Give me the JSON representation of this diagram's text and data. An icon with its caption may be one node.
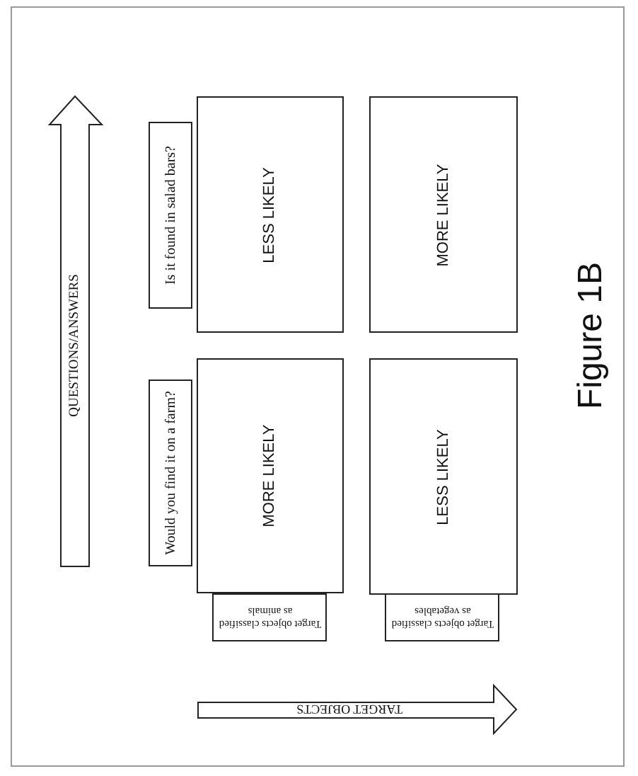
{
  "diagram": {
    "caption": "Figure 1B",
    "nodes": [
      {
        "text": [
          "Is it found in salad bars?"
        ]
      },
      {
        "text": [
          "Would you find it on a farm?"
        ]
      },
      {
        "text": [
          "LESS LIKELY"
        ]
      },
      {
        "text": [
          "MORE LIKELY"
        ]
      },
      {
        "text": [
          "MORE LIKELY"
        ]
      },
      {
        "text": [
          "LESS LIKELY"
        ]
      },
      {
        "text": [
          "Target objects classified as animals"
        ]
      },
      {
        "text": [
          "Target objects classified as vegetables"
        ]
      }
    ],
    "labels": [
      "QUESTIONS/ANSWERS",
      "TARGET OBJECTS"
    ]
  }
}
